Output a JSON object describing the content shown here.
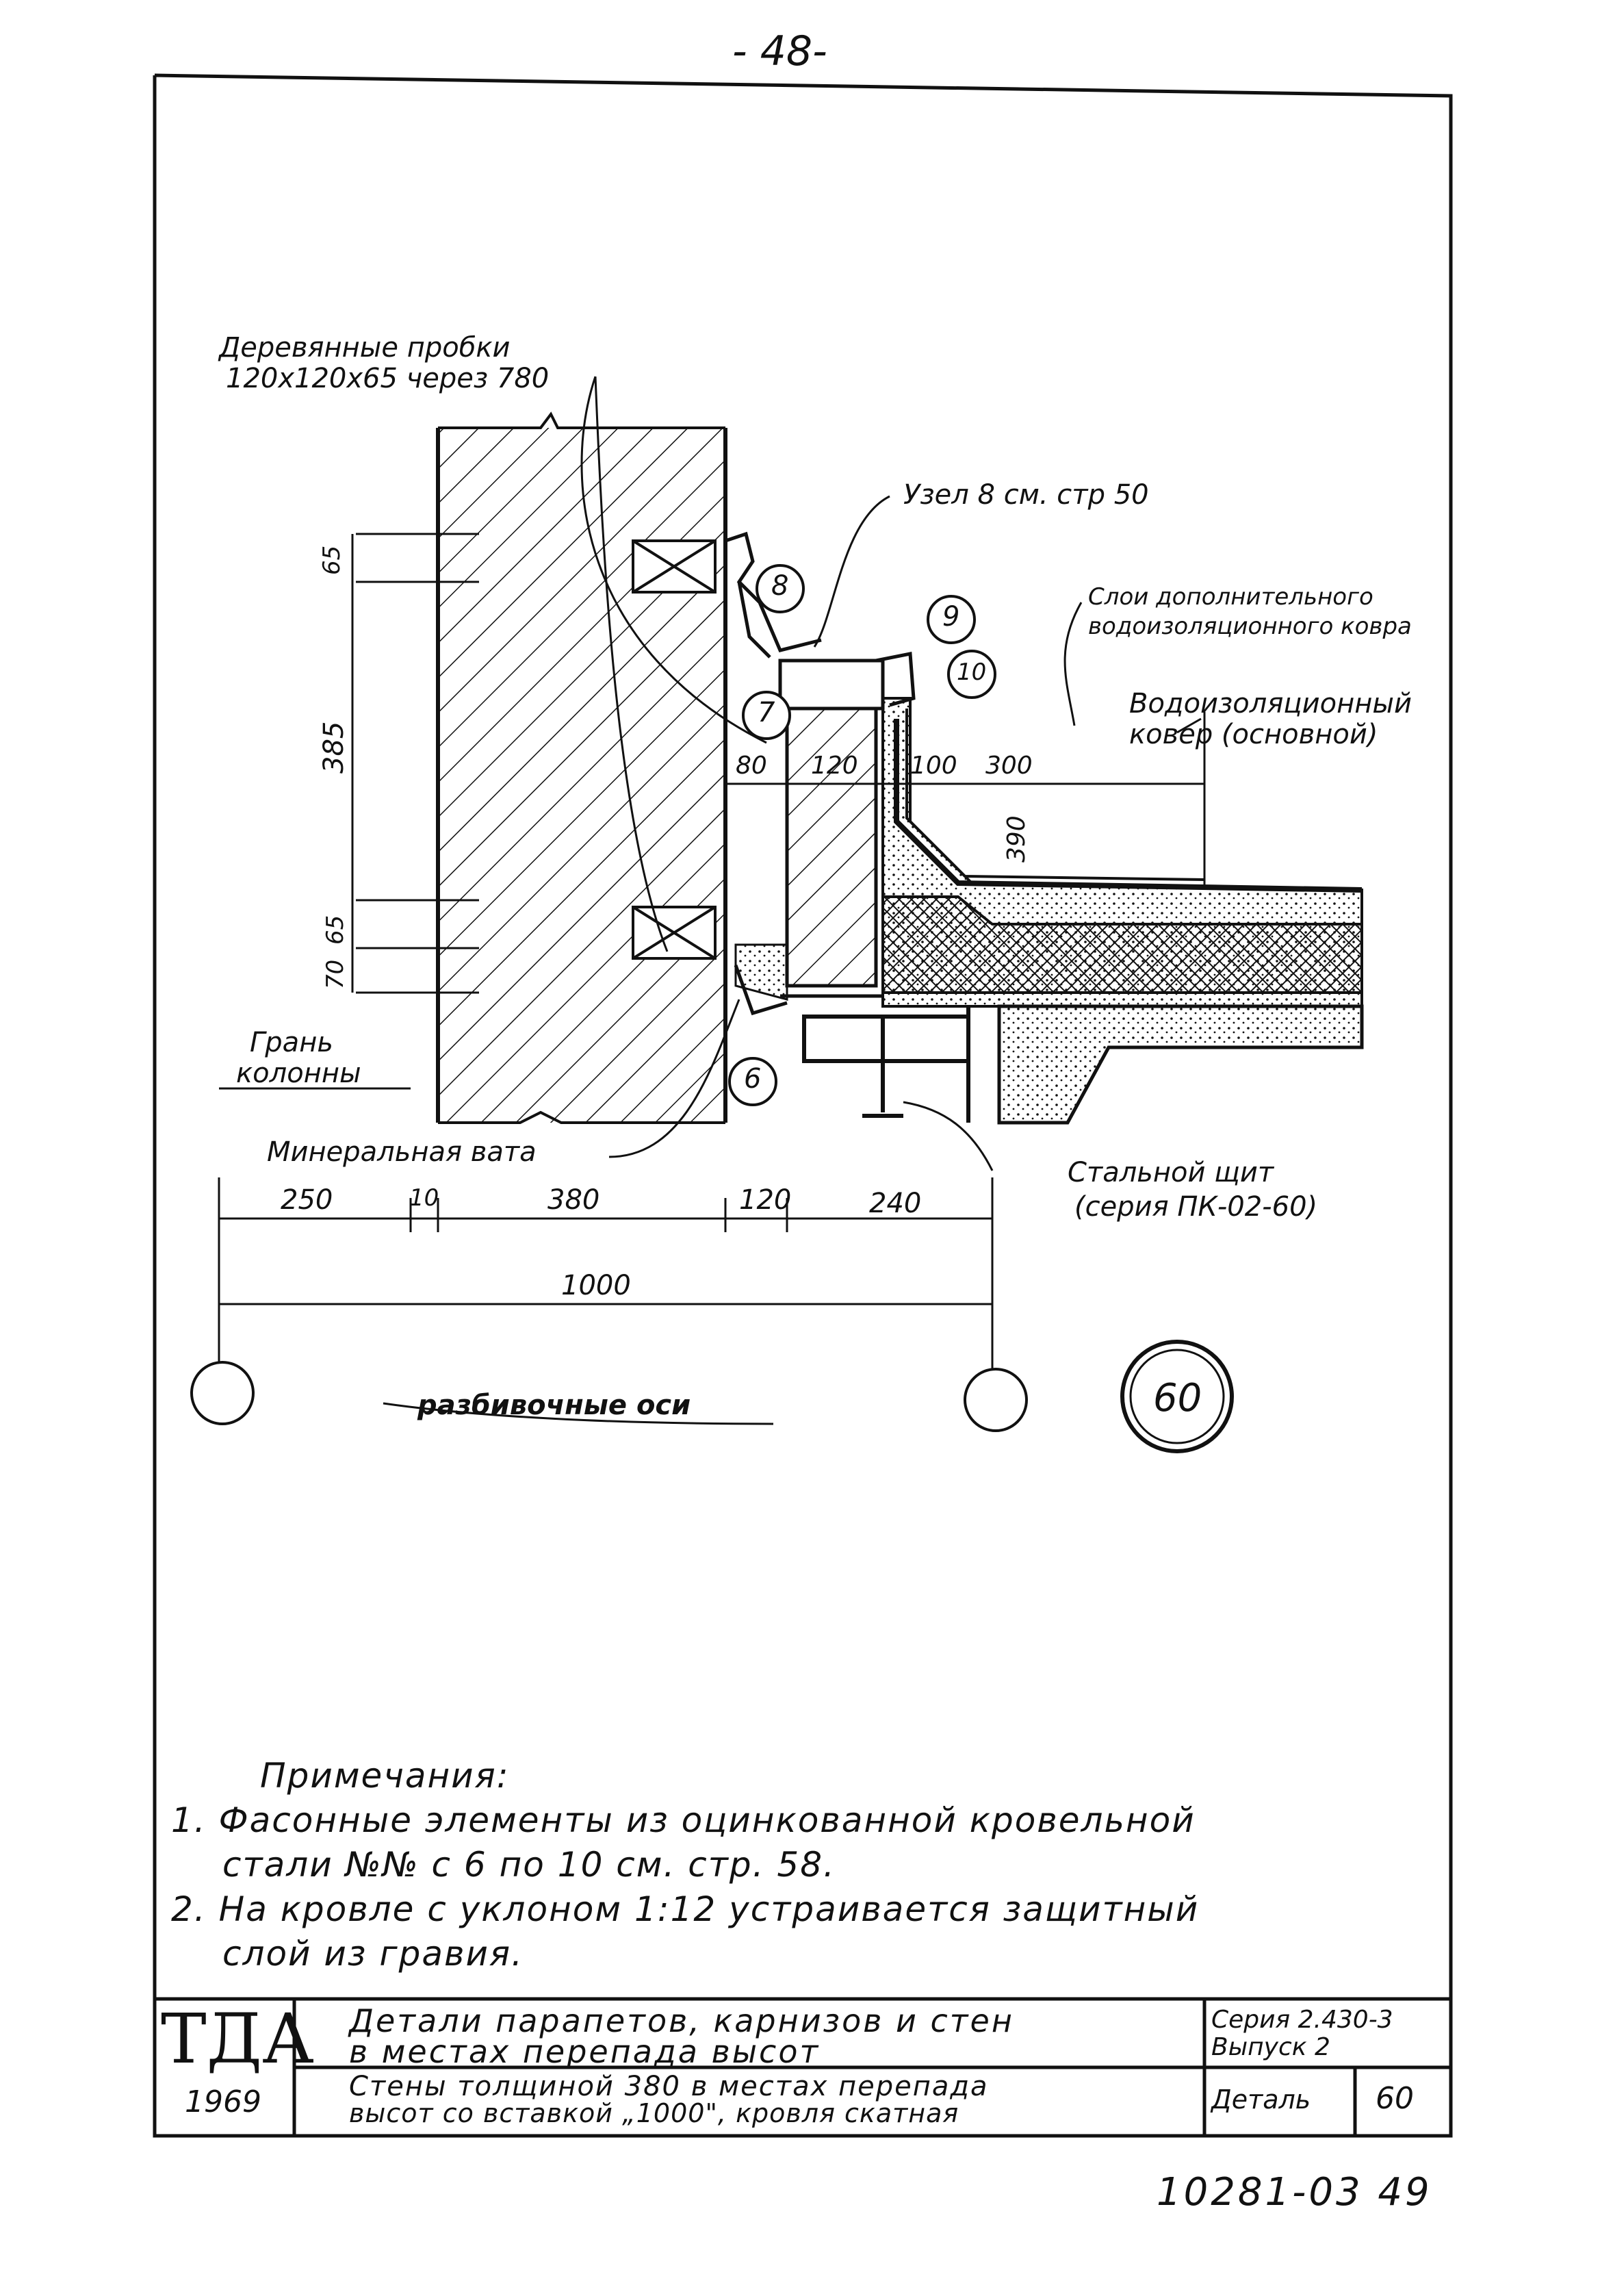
{
  "page": {
    "number": "- 48-",
    "archive_number": "10281-03 49"
  },
  "drawing": {
    "labels": {
      "wood_plugs_1": "Деревянные пробки",
      "wood_plugs_2": "120x120x65 через 780",
      "node": "Узел 8 см. стр 50",
      "extra_layer_1": "Слои дополнительного",
      "extra_layer_2": "водоизоляционного ковра",
      "main_layer_1": "Водоизоляционный",
      "main_layer_2": "ковер (основной)",
      "column_face_1": "Грань",
      "column_face_2": "колонны",
      "mineral_wool": "Минеральная вата",
      "steel_panel_1": "Стальной щит",
      "steel_panel_2": "(серия ПК-02-60)",
      "axes": "разбивочные оси"
    },
    "callouts": [
      "8",
      "9",
      "10",
      "7",
      "6"
    ],
    "detail_mark": "60",
    "dims_horizontal": [
      "250",
      "10",
      "380",
      "120",
      "240"
    ],
    "dim_total": "1000",
    "dims_upper": [
      "80",
      "120",
      "100",
      "300"
    ],
    "dims_vertical": [
      "65",
      "385",
      "65",
      "70",
      "390"
    ]
  },
  "notes": {
    "heading": "Примечания:",
    "items": [
      "1. Фасонные элементы из оцинкованной кровельной",
      "стали №№ с 6 по 10 см. стр. 58.",
      "2. На кровле с уклоном 1:12 устраивается защитный",
      "слой из гравия."
    ]
  },
  "title_block": {
    "org": "ТДА",
    "year": "1969",
    "title_line1": "Детали парапетов, карнизов и стен",
    "title_line2": "в местах перепада высот",
    "subtitle_line1": "Стены толщиной 380 в местах перепада",
    "subtitle_line2": "высот со вставкой „1000\", кровля скатная",
    "series_line1": "Серия 2.430-3",
    "series_line2": "Выпуск 2",
    "detail_label": "Деталь",
    "detail_value": "60"
  }
}
